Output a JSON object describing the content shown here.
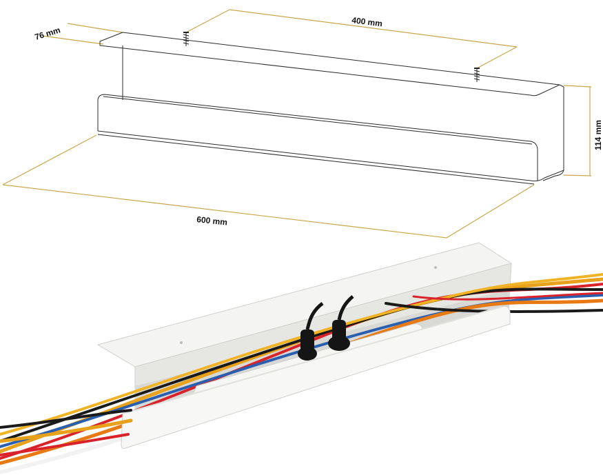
{
  "dimensions": {
    "depth": "76 mm",
    "top_length": "400 mm",
    "height": "114 mm",
    "bottom_length": "600 mm"
  },
  "colors": {
    "dimension_line": "#c9a64a",
    "outline": "#2a2a2a",
    "tray_fill": "#ffffff",
    "tray_shade": "#e9e9e7",
    "tray_dark": "#d6d6d3"
  },
  "cables": [
    {
      "name": "yellow",
      "color": "#e8a11a"
    },
    {
      "name": "red",
      "color": "#d8232a"
    },
    {
      "name": "blue",
      "color": "#2a5fb0"
    },
    {
      "name": "black",
      "color": "#1a1a1a"
    },
    {
      "name": "white",
      "color": "#f2f2f2"
    },
    {
      "name": "orange",
      "color": "#e87a14"
    }
  ]
}
